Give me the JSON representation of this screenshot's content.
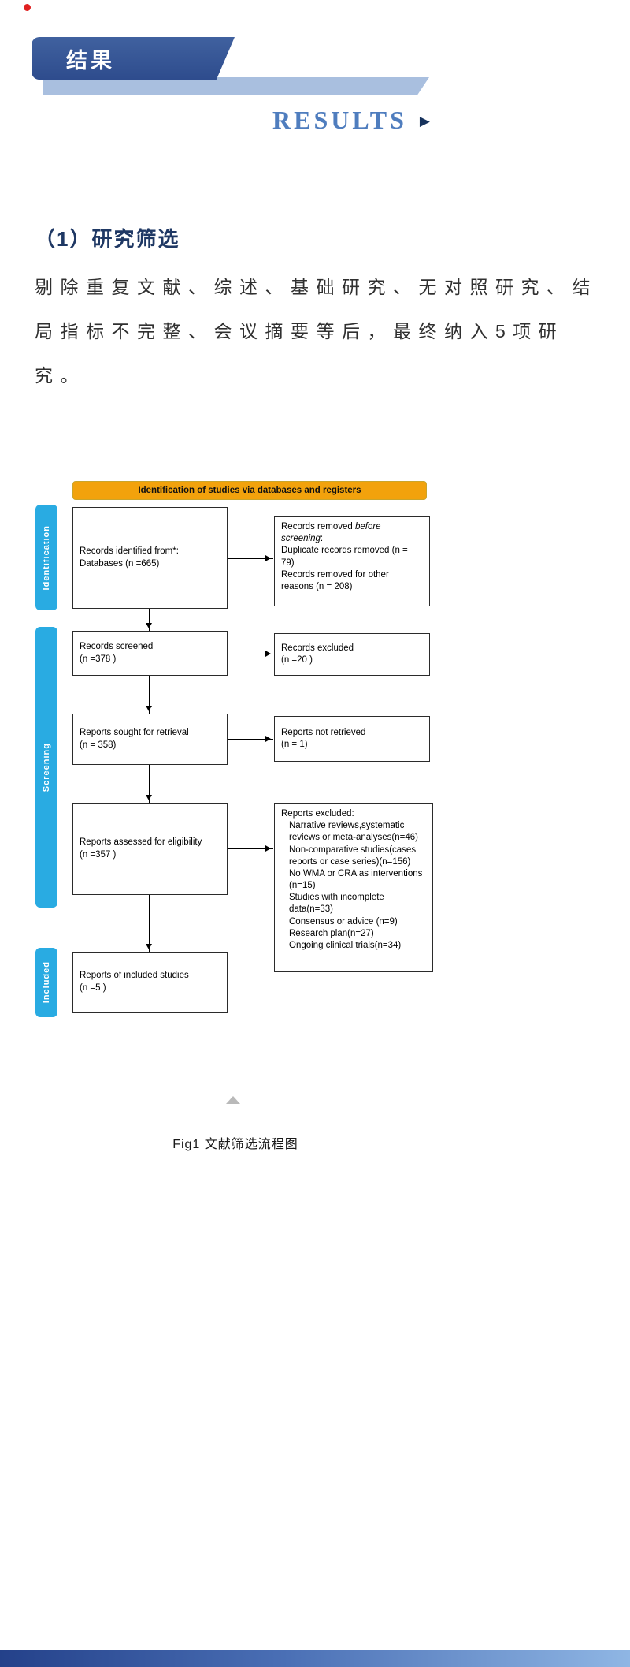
{
  "colors": {
    "banner_blue": "#2E4C8D",
    "banner_light": "#A9BFDF",
    "results_blue": "#4F7DBE",
    "arrow_navy": "#16325C",
    "section_navy": "#1F3864",
    "flow_header_orange": "#F2A20C",
    "flow_side_blue": "#29ABE2",
    "footer_left": "#24418A",
    "footer_right": "#8FB6E4",
    "red_mark": "#E02020"
  },
  "banner": {
    "title": "结果"
  },
  "results": {
    "heading": "RESULTS",
    "arrow_glyph": "▶"
  },
  "section": {
    "title": "（1）研究筛选",
    "paragraph": "剔除重复文献、综述、基础研究、无对照研究、结局指标不完整、会议摘要等后，最终纳入5项研究。"
  },
  "flowchart": {
    "header": "Identification of studies via databases and registers",
    "side_labels": [
      "Identification",
      "Screening",
      "Included"
    ],
    "boxes": {
      "identified": {
        "line1": "Records identified from*:",
        "line2": "Databases (n =665)"
      },
      "removed": {
        "prefix": "Records removed ",
        "italic": "before screening",
        "suffix": ":",
        "line2": "Duplicate records removed  (n = 79)",
        "line3": "Records removed for other reasons (n = 208)"
      },
      "screened": {
        "line1": "Records screened",
        "line2": "(n =378 )"
      },
      "excluded": {
        "line1": "Records excluded",
        "line2": "(n =20 )"
      },
      "sought": {
        "line1": "Reports sought for retrieval",
        "line2": "(n = 358)"
      },
      "not_retrieved": {
        "line1": "Reports not retrieved",
        "line2": "(n = 1)"
      },
      "assessed": {
        "line1": "Reports assessed for eligibility",
        "line2": "(n =357 )"
      },
      "reports_excluded": {
        "title": "Reports excluded:",
        "reasons": [
          "Narrative reviews,systematic reviews or meta-analyses(n=46)",
          "Non-comparative studies(cases reports or case series)(n=156)",
          "No WMA or CRA as interventions (n=15)",
          "Studies with incomplete data(n=33)",
          "Consensus or advice (n=9)",
          "Research plan(n=27)",
          "Ongoing clinical trials(n=34)"
        ]
      },
      "included_studies": {
        "line1": "Reports of included studies",
        "line2": "(n =5 )"
      }
    }
  },
  "figure": {
    "caption": "Fig1 文献筛选流程图"
  }
}
